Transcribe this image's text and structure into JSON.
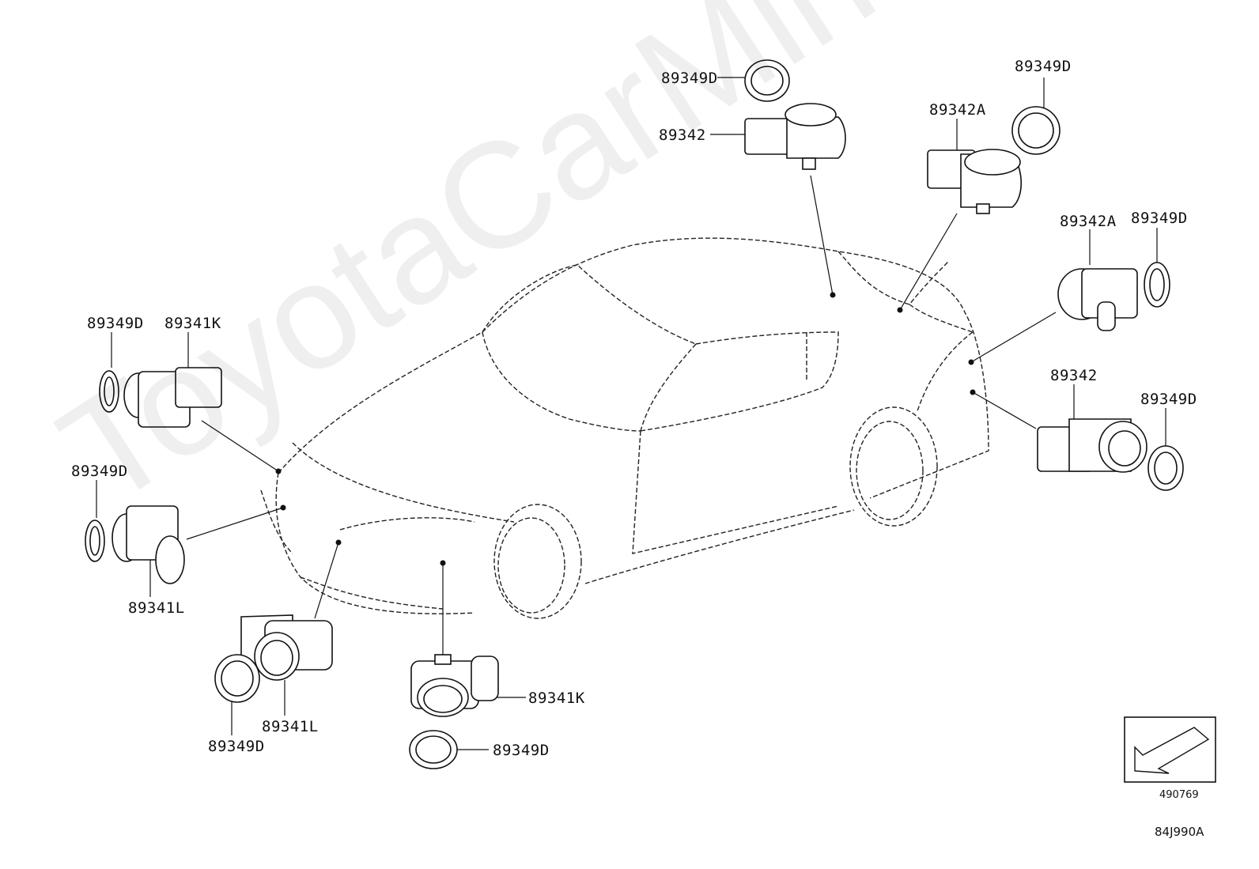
{
  "watermark": "ToyotaCarMine.ru",
  "labels": {
    "top_ring": "89349D",
    "top_sensor": "89342",
    "rear_ring_top": "89349D",
    "rear_sensor_a": "89342A",
    "right_sensor_a": "89342A",
    "right_ring_a": "89349D",
    "right_sensor": "89342",
    "right_ring": "89349D",
    "left_ring_top": "89349D",
    "left_sensor_k": "89341K",
    "left_ring_mid": "89349D",
    "left_sensor_l": "89341L",
    "front_sensor_l": "89341L",
    "front_ring_l": "89349D",
    "front_sensor_k": "89341K",
    "front_ring_k": "89349D"
  },
  "direction_code": "490769",
  "figure_code": "84J990A"
}
